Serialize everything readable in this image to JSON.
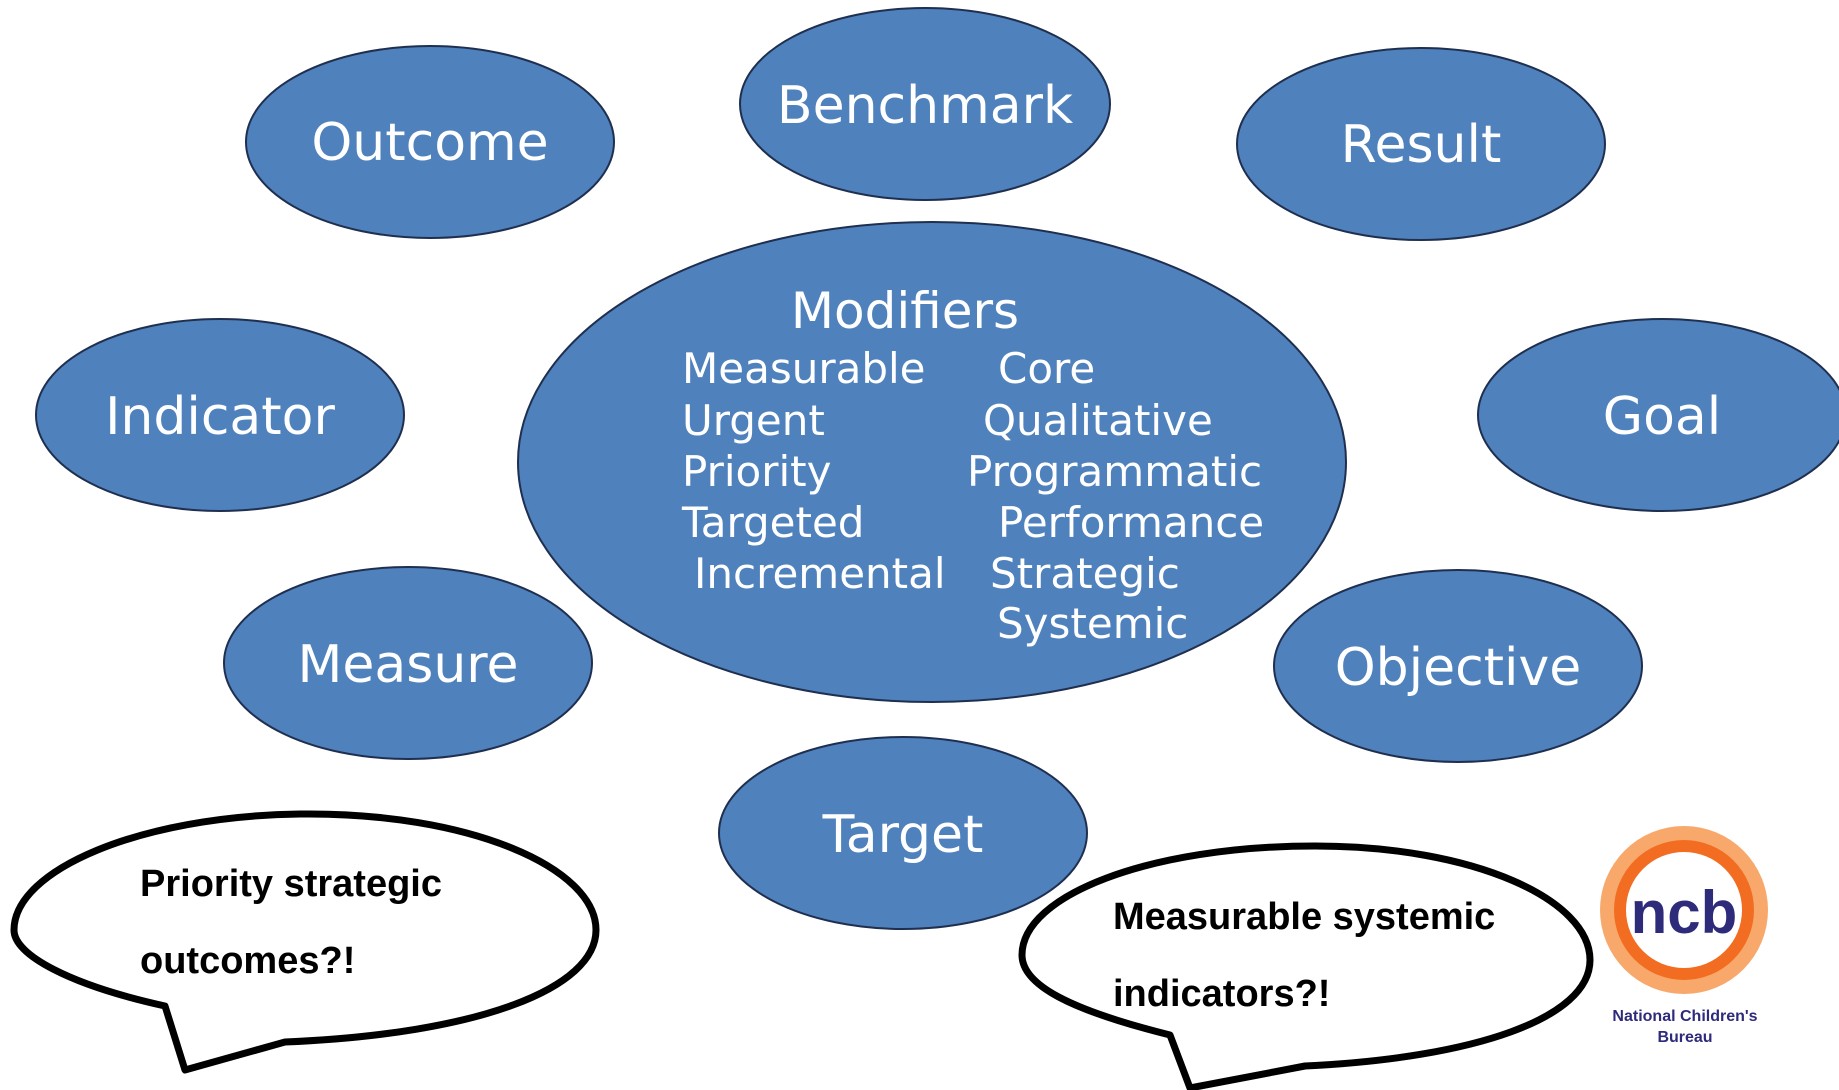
{
  "colors": {
    "bubble_fill": "#4f81bd",
    "bubble_stroke": "#1f2f4f",
    "text": "#ffffff",
    "logo_orange": "#f26d21",
    "logo_light_orange": "#f7a86a",
    "logo_navy": "#2e2b7a"
  },
  "terms": {
    "outcome": "Outcome",
    "benchmark": "Benchmark",
    "result": "Result",
    "indicator": "Indicator",
    "goal": "Goal",
    "measure": "Measure",
    "objective": "Objective",
    "target": "Target"
  },
  "modifiers": {
    "title": "Modifiers",
    "left": [
      "Measurable",
      "Urgent",
      "Priority",
      "Targeted",
      "Incremental"
    ],
    "right": [
      "Core",
      "Qualitative",
      "Programmatic",
      "Performance",
      "Strategic",
      "Systemic"
    ]
  },
  "callouts": {
    "left": {
      "line1": "Priority strategic",
      "line2": "outcomes?!"
    },
    "right": {
      "line1": "Measurable systemic",
      "line2": "indicators?!"
    }
  },
  "logo": {
    "mark": "ncb",
    "line1": "National Children's",
    "line2": "Bureau"
  }
}
